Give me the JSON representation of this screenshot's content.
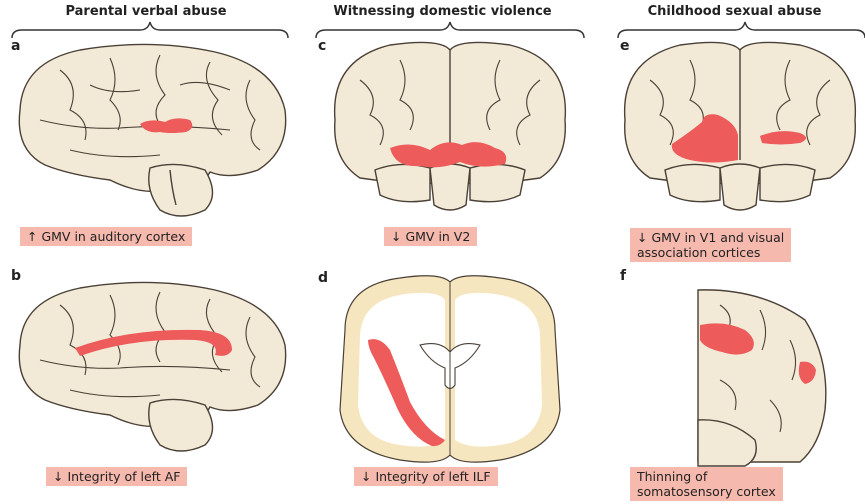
{
  "columns": [
    {
      "title": "Parental verbal abuse"
    },
    {
      "title": "Witnessing domestic violence"
    },
    {
      "title": "Childhood sexual abuse"
    }
  ],
  "panels": {
    "a": {
      "letter": "a",
      "caption": "↑ GMV in auditory cortex"
    },
    "b": {
      "letter": "b",
      "caption": "↓ Integrity of left AF"
    },
    "c": {
      "letter": "c",
      "caption": "↓ GMV in V2"
    },
    "d": {
      "letter": "d",
      "caption": "↓ Integrity of left ILF"
    },
    "e": {
      "letter": "e",
      "caption_line1": "↓ GMV in V1 and visual",
      "caption_line2": "association cortices"
    },
    "f": {
      "letter": "f",
      "caption_line1": "Thinning of",
      "caption_line2": "somatosensory cortex"
    }
  },
  "colors": {
    "brain_fill": "#f2ead7",
    "brain_stroke": "#4a4036",
    "highlight": "#ee5b5b",
    "caption_bg": "#f6b9ae",
    "white_matter": "#ffffff"
  }
}
